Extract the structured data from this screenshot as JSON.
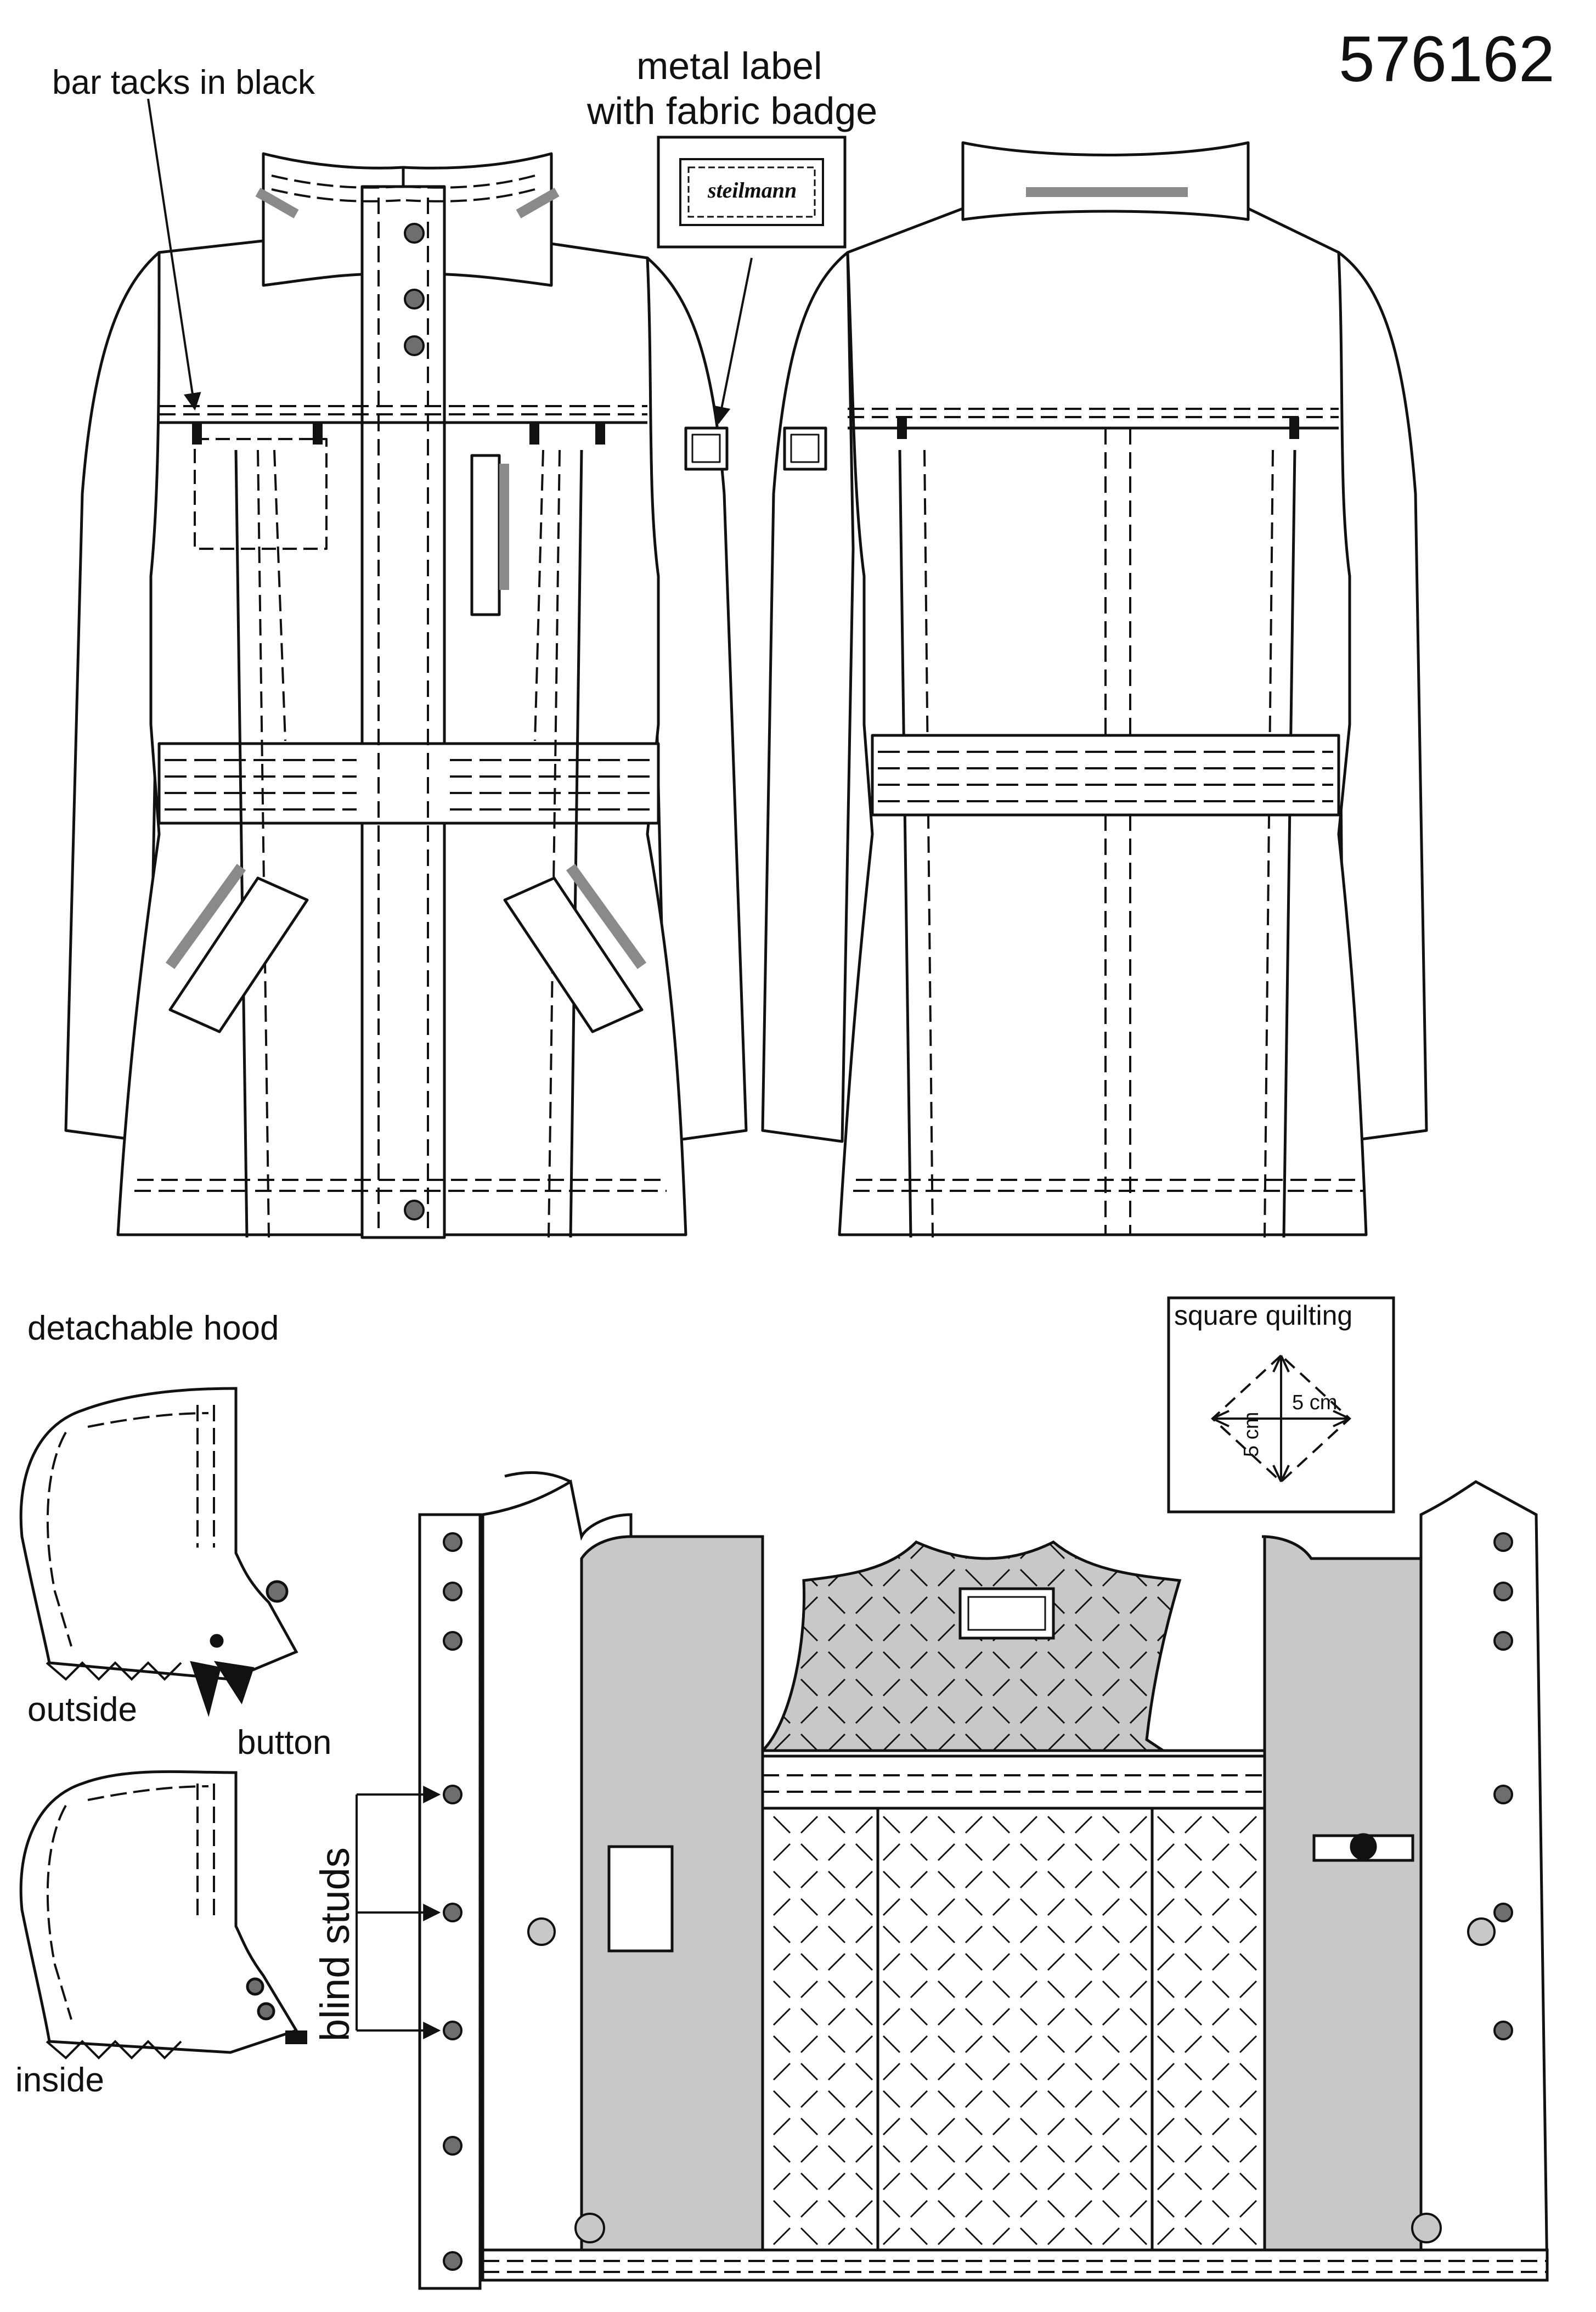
{
  "header": {
    "style_number": "576162"
  },
  "callouts": {
    "bar_tacks": "bar tacks in black",
    "metal_label_line1": "metal label",
    "metal_label_line2": "with fabric badge",
    "badge_text": "steilmann",
    "detachable_hood": "detachable hood",
    "outside": "outside",
    "inside": "inside",
    "button": "button",
    "blind_studs": "blind studs",
    "square_quilting": "square quilting",
    "dim_vertical": "5 cm",
    "dim_horizontal": "5 cm"
  },
  "colors": {
    "line": "#111111",
    "lining_grey": "#c8c8c8",
    "zip_grey": "#8a8a8a",
    "stud_grey": "#6e6e6e",
    "fill_white": "#ffffff"
  }
}
